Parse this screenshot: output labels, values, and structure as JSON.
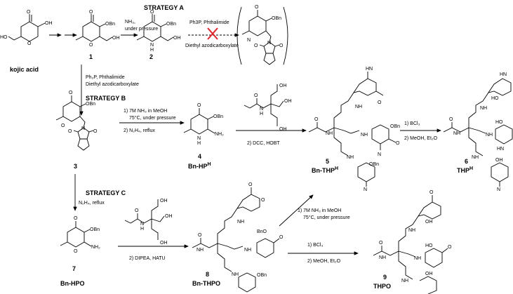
{
  "strategy_a": {
    "title": "STRATEGY A",
    "step1_reagents": [
      "NH₃,",
      "under pressure"
    ],
    "failed_reagents": [
      "Ph3P, Phthalimide",
      "Diethyl azodicarboxylate"
    ]
  },
  "strategy_b": {
    "title": "STRATEGY B",
    "step1_reagents": [
      "Ph₃P, Phthalimide",
      "Diethyl azodicarboxylate"
    ],
    "step2_reagents": [
      "1) 7M NH₃ in MeOH",
      "75°C, under pressure",
      "2) N₂H₄, reflux"
    ],
    "step3_reagents": [
      "2) DCC, HOBT"
    ],
    "step4_reagents": [
      "1) BCl₃",
      "2) MeOH, Et₂O"
    ]
  },
  "strategy_c": {
    "title": "STRATEGY C",
    "step1_reagents": [
      "N₂H₄, reflux"
    ],
    "step2_reagents": [
      "2) DIPEA, HATU"
    ],
    "step3_reagents": [
      "1) 7M NH₃ in MeOH",
      "75°C, under pressure"
    ],
    "step4_reagents": [
      "1) BCl₃",
      "2) MeOH, Et₂O"
    ]
  },
  "compounds": {
    "kojic": {
      "name": "kojic acid"
    },
    "c1": {
      "number": "1"
    },
    "c2": {
      "number": "2"
    },
    "c3": {
      "number": "3"
    },
    "c4": {
      "number": "4",
      "name": "Bn-HP",
      "sup": "H"
    },
    "c5": {
      "number": "5",
      "name": "Bn-THP",
      "sup": "H"
    },
    "c6": {
      "number": "6",
      "name": "THP",
      "sup": "H"
    },
    "c7": {
      "number": "7",
      "name": "Bn-HPO"
    },
    "c8": {
      "number": "8",
      "name": "Bn-THPO"
    },
    "c9": {
      "number": "9",
      "name": "THPO"
    }
  },
  "atom_labels": {
    "obn": "OBn",
    "bno": "BnO",
    "oh": "OH",
    "ho": "HO",
    "nh2": "NH₂",
    "nh": "NH",
    "hn": "HN",
    "n": "N",
    "h": "H",
    "o": "O"
  },
  "colors": {
    "cross": "#e0242a",
    "ink": "#000000"
  }
}
